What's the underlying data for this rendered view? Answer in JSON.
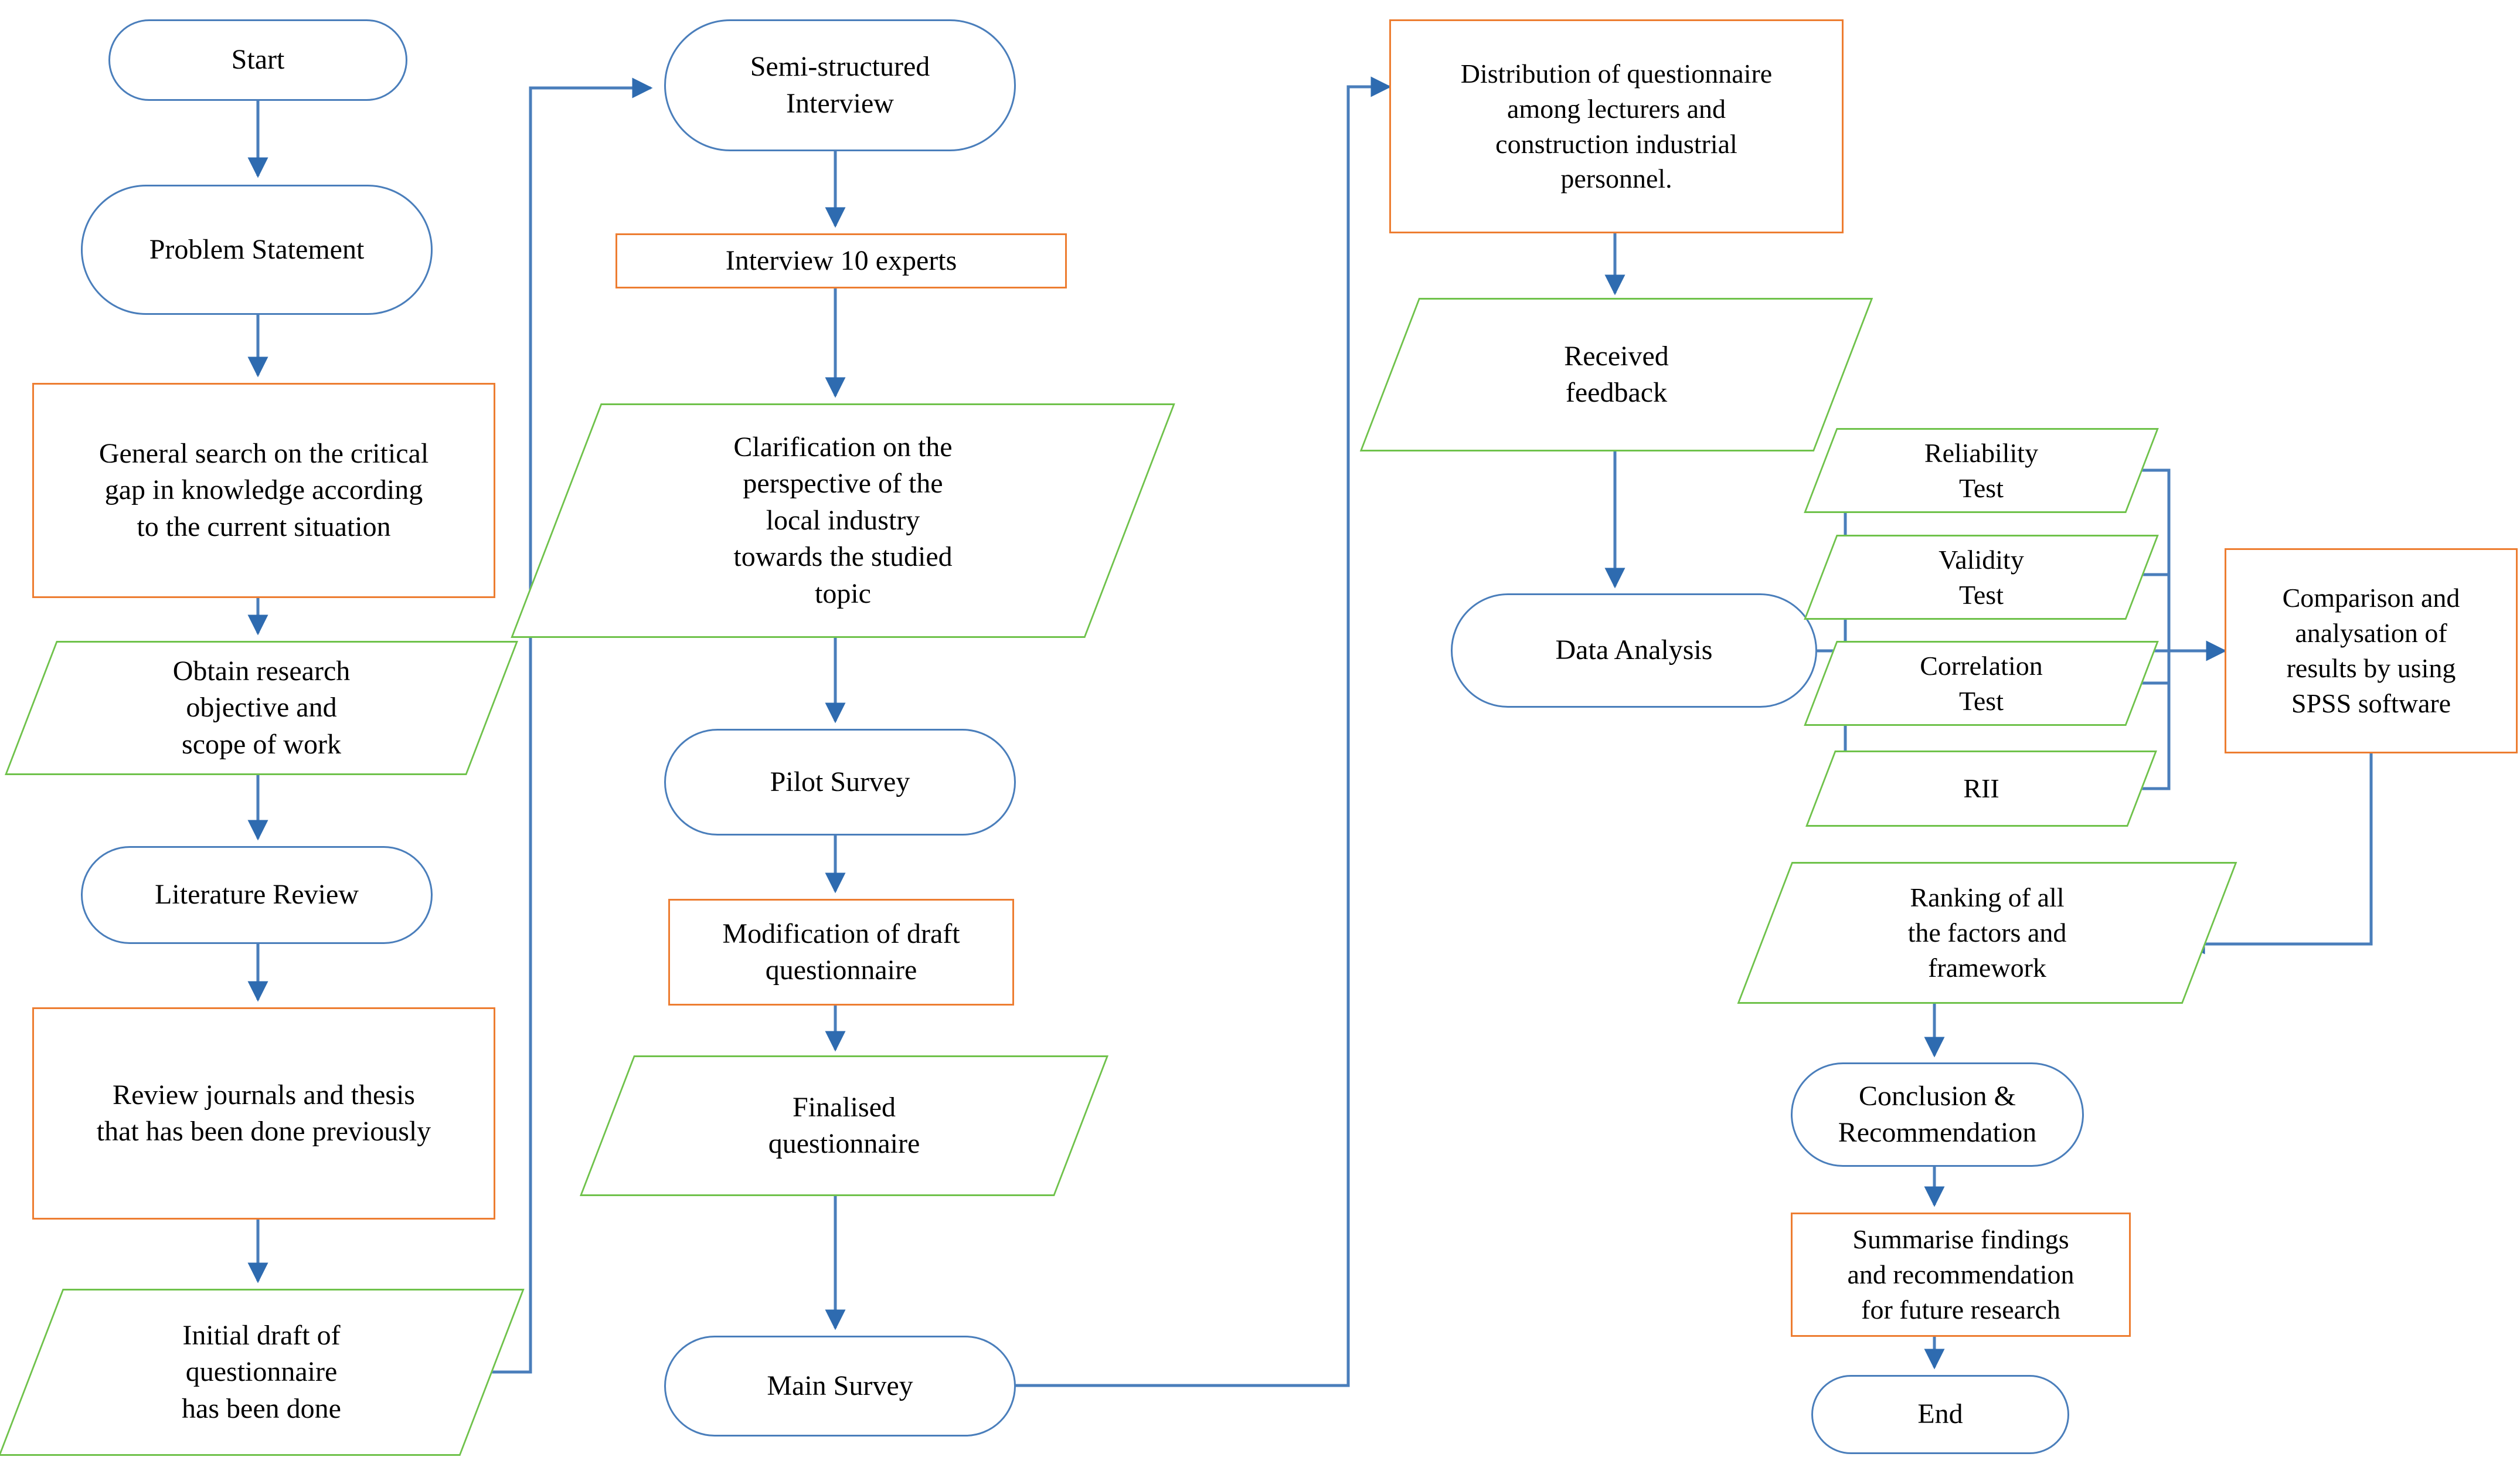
{
  "diagram": {
    "title": "Research methodology flowchart",
    "colors": {
      "flow_blue": "#4A7EBB",
      "process_orange": "#ED7D31",
      "data_green": "#6FC24B",
      "text": "#000000",
      "background": "#FFFFFF"
    },
    "shape_legend": {
      "capsule": "rounded rectangle / terminator (blue outline)",
      "rectangle": "process step (orange outline)",
      "parallelogram": "data / output (green outline)"
    },
    "columns": [
      {
        "name": "column-1-problem-definition"
      },
      {
        "name": "column-2-qualitative-and-pilot"
      },
      {
        "name": "column-3-survey-and-analysis"
      }
    ],
    "nodes": [
      {
        "id": "start",
        "label": "Start",
        "shape": "capsule",
        "column": 1
      },
      {
        "id": "problem",
        "label": "Problem Statement",
        "shape": "capsule",
        "column": 1
      },
      {
        "id": "general-search",
        "label": "General search on the critical\ngap in knowledge according\nto the current situation",
        "shape": "rectangle",
        "column": 1
      },
      {
        "id": "obtain-objective",
        "label": "Obtain research\nobjective and\nscope of work",
        "shape": "parallelogram",
        "column": 1
      },
      {
        "id": "lit-review",
        "label": "Literature Review",
        "shape": "capsule",
        "column": 1
      },
      {
        "id": "review-journals",
        "label": "Review journals and thesis\nthat has been done previously",
        "shape": "rectangle",
        "column": 1
      },
      {
        "id": "initial-draft",
        "label": "Initial draft of\nquestionnaire\nhas been done",
        "shape": "parallelogram",
        "column": 1
      },
      {
        "id": "semi-interview",
        "label": "Semi-structured\nInterview",
        "shape": "capsule",
        "column": 2
      },
      {
        "id": "interview-10",
        "label": "Interview 10  experts",
        "shape": "rectangle",
        "column": 2
      },
      {
        "id": "clarification",
        "label": "Clarification on the\nperspective of the\nlocal industry\ntowards the studied\ntopic",
        "shape": "parallelogram",
        "column": 2
      },
      {
        "id": "pilot-survey",
        "label": "Pilot Survey",
        "shape": "capsule",
        "column": 2
      },
      {
        "id": "modification",
        "label": "Modification of draft\nquestionnaire",
        "shape": "rectangle",
        "column": 2
      },
      {
        "id": "finalised-q",
        "label": "Finalised\nquestionnaire",
        "shape": "parallelogram",
        "column": 2
      },
      {
        "id": "main-survey",
        "label": "Main Survey",
        "shape": "capsule",
        "column": 2
      },
      {
        "id": "distribution",
        "label": "Distribution of questionnaire\namong lecturers and\nconstruction industrial\npersonnel.",
        "shape": "rectangle",
        "column": 3
      },
      {
        "id": "received-fb",
        "label": "Received\nfeedback",
        "shape": "parallelogram",
        "column": 3
      },
      {
        "id": "data-analysis",
        "label": "Data Analysis",
        "shape": "capsule",
        "column": 3
      },
      {
        "id": "reliability-test",
        "label": "Reliability\nTest",
        "shape": "parallelogram",
        "column": 3
      },
      {
        "id": "validity-test",
        "label": "Validity\nTest",
        "shape": "parallelogram",
        "column": 3
      },
      {
        "id": "correlation-test",
        "label": "Correlation\nTest",
        "shape": "parallelogram",
        "column": 3
      },
      {
        "id": "rii",
        "label": "RII",
        "shape": "parallelogram",
        "column": 3
      },
      {
        "id": "comparison-spss",
        "label": "Comparison and\nanalysation of\nresults by using\nSPSS software",
        "shape": "rectangle",
        "column": 3
      },
      {
        "id": "ranking",
        "label": "Ranking of all\nthe factors and\nframework",
        "shape": "parallelogram",
        "column": 3
      },
      {
        "id": "conclusion",
        "label": "Conclusion &\nRecommendation",
        "shape": "capsule",
        "column": 3
      },
      {
        "id": "summarise",
        "label": "Summarise findings\nand recommendation\nfor future research",
        "shape": "rectangle",
        "column": 3
      },
      {
        "id": "end",
        "label": "End",
        "shape": "capsule",
        "column": 3
      }
    ],
    "edges": [
      {
        "from": "start",
        "to": "problem"
      },
      {
        "from": "problem",
        "to": "general-search"
      },
      {
        "from": "general-search",
        "to": "obtain-objective"
      },
      {
        "from": "obtain-objective",
        "to": "lit-review"
      },
      {
        "from": "lit-review",
        "to": "review-journals"
      },
      {
        "from": "review-journals",
        "to": "initial-draft"
      },
      {
        "from": "initial-draft",
        "to": "semi-interview"
      },
      {
        "from": "semi-interview",
        "to": "interview-10"
      },
      {
        "from": "interview-10",
        "to": "clarification"
      },
      {
        "from": "clarification",
        "to": "pilot-survey"
      },
      {
        "from": "pilot-survey",
        "to": "modification"
      },
      {
        "from": "modification",
        "to": "finalised-q"
      },
      {
        "from": "finalised-q",
        "to": "main-survey"
      },
      {
        "from": "main-survey",
        "to": "distribution"
      },
      {
        "from": "distribution",
        "to": "received-fb"
      },
      {
        "from": "received-fb",
        "to": "data-analysis"
      },
      {
        "from": "data-analysis",
        "to": "reliability-test"
      },
      {
        "from": "data-analysis",
        "to": "validity-test"
      },
      {
        "from": "data-analysis",
        "to": "correlation-test"
      },
      {
        "from": "data-analysis",
        "to": "rii"
      },
      {
        "from": "reliability-test",
        "to": "comparison-spss"
      },
      {
        "from": "validity-test",
        "to": "comparison-spss"
      },
      {
        "from": "correlation-test",
        "to": "comparison-spss"
      },
      {
        "from": "rii",
        "to": "comparison-spss"
      },
      {
        "from": "comparison-spss",
        "to": "ranking"
      },
      {
        "from": "ranking",
        "to": "conclusion"
      },
      {
        "from": "conclusion",
        "to": "summarise"
      },
      {
        "from": "summarise",
        "to": "end"
      }
    ]
  }
}
